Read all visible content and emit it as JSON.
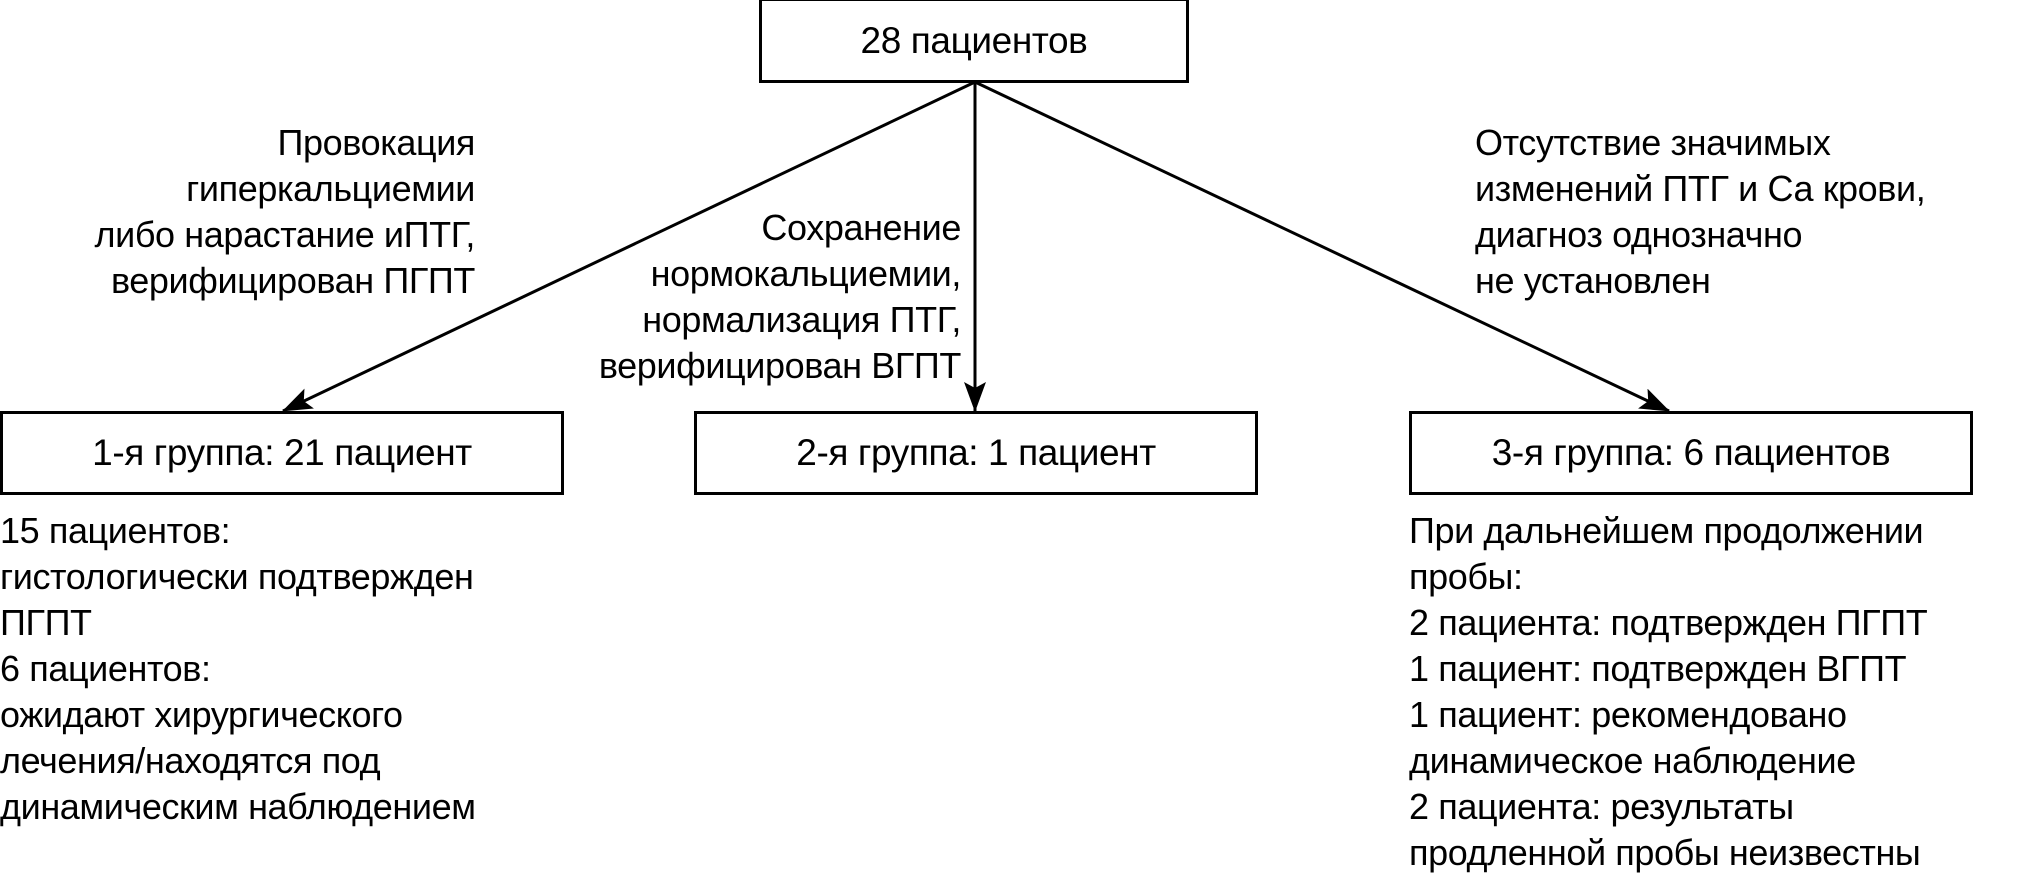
{
  "root": {
    "label": "28 пациентов"
  },
  "branches": [
    {
      "condition_lines": [
        "Провокация",
        "гиперкальциемии",
        "либо нарастание иПТГ,",
        "верифицирован ПГПТ"
      ],
      "group_label": "1-я группа: 21 пациент",
      "outcome_lines": [
        "15 пациентов:",
        "гистологически подтвержден",
        "ПГПТ",
        "6 пациентов:",
        "ожидают хирургического",
        "лечения/находятся под",
        "динамическим наблюдением"
      ]
    },
    {
      "condition_lines": [
        "Сохранение",
        "нормокальциемии,",
        "нормализация ПТГ,",
        "верифицирован ВГПТ"
      ],
      "group_label": "2-я группа: 1 пациент",
      "outcome_lines": []
    },
    {
      "condition_lines": [
        "Отсутствие значимых",
        "изменений ПТГ и Са крови,",
        "диагноз однозначно",
        "не установлен"
      ],
      "group_label": "3-я группа: 6 пациентов",
      "outcome_lines": [
        "При дальнейшем продолжении",
        "пробы:",
        "2 пациента: подтвержден ПГПТ",
        "1 пациент: подтвержден ВГПТ",
        "1 пациент: рекомендовано",
        "динамическое наблюдение",
        "2 пациента: результаты",
        "продленной пробы неизвестны"
      ]
    }
  ]
}
